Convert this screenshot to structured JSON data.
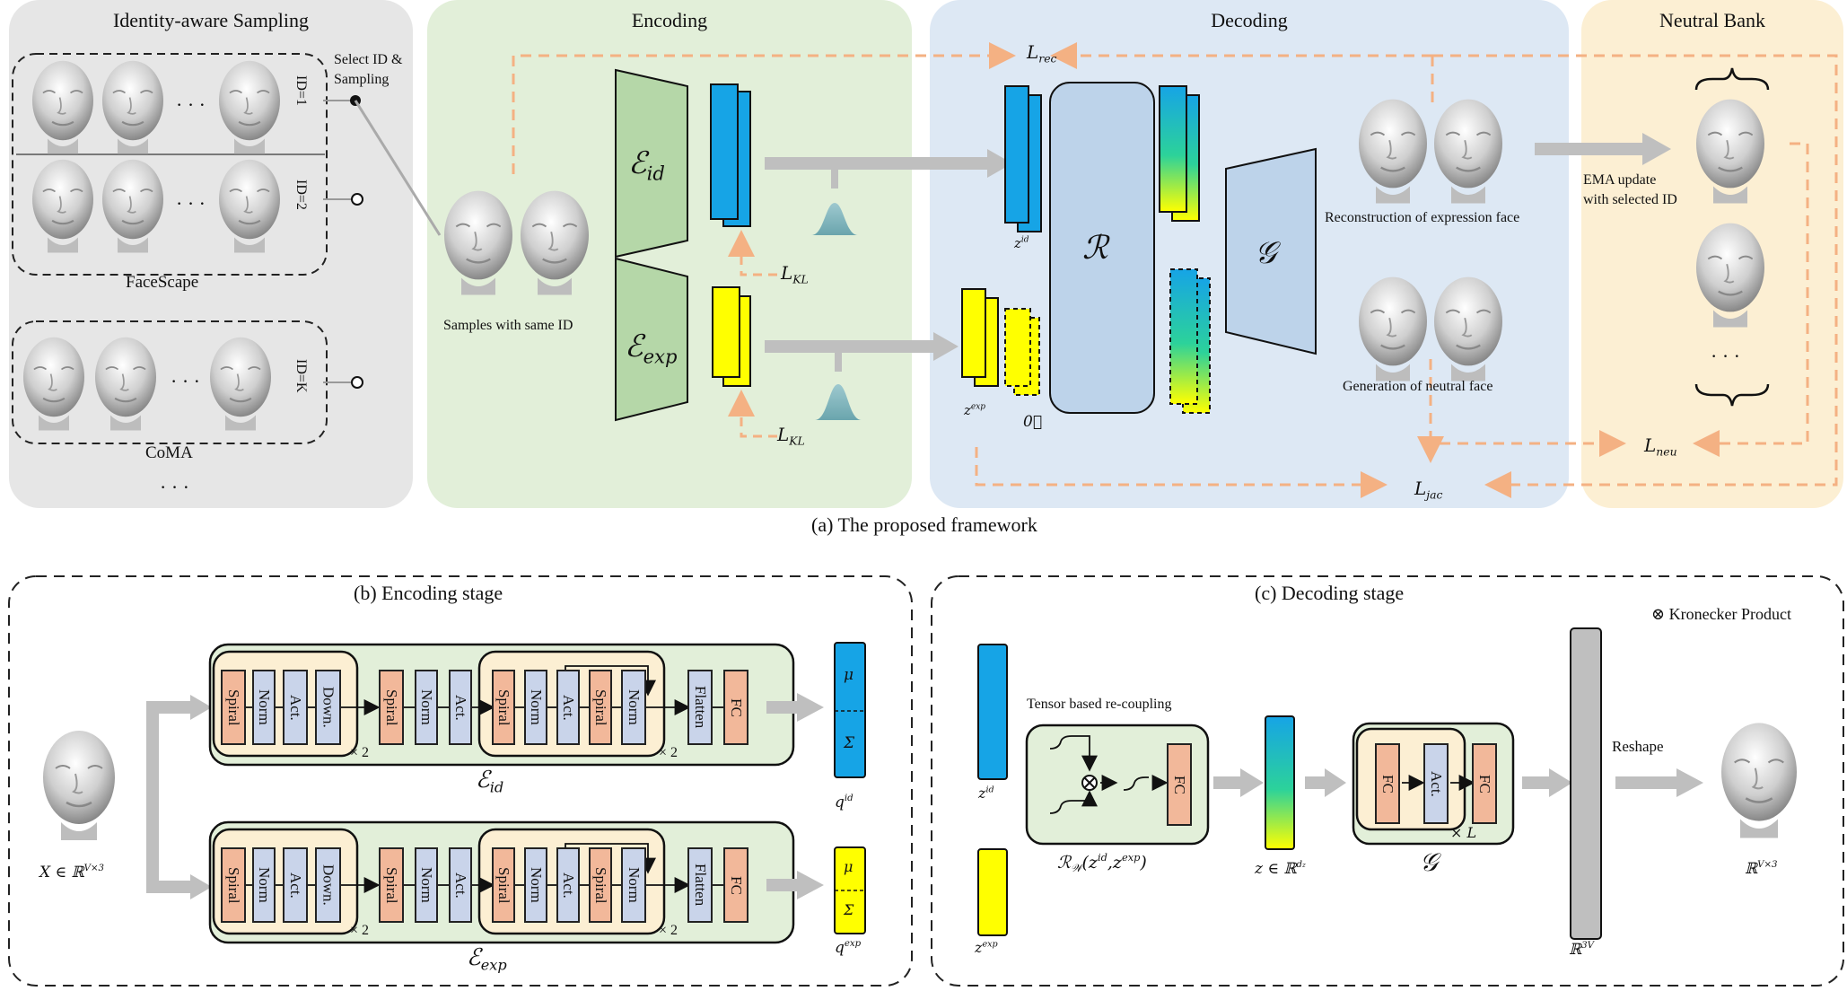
{
  "panels": {
    "sampling": "Identity-aware Sampling",
    "encoding": "Encoding",
    "decoding": "Decoding",
    "neutral_bank": "Neutral Bank"
  },
  "sampling": {
    "select_id": "Select ID &",
    "sampling": "Sampling",
    "id1": "ID=1",
    "id2": "ID=2",
    "idk": "ID=K",
    "dots": "· · ·",
    "facescape": "FaceScape",
    "coma": "CoMA",
    "more": "· · ·"
  },
  "encoding": {
    "samples_label": "Samples with same ID",
    "enc_id": "ℰ",
    "enc_id_sub": "id",
    "enc_exp": "ℰ",
    "enc_exp_sub": "exp",
    "lkl": "L",
    "lkl_sub": "KL"
  },
  "decoding": {
    "lrec": "L",
    "lrec_sub": "rec",
    "zid": "z",
    "zid_sup": "id",
    "zexp": "z",
    "zexp_sup": "exp",
    "zero": "0⃗",
    "R": "ℛ",
    "G": "𝒢",
    "recon_label": "Reconstruction of expression face",
    "gen_label": "Generation of neutral face",
    "ljac": "L",
    "ljac_sub": "jac"
  },
  "neutral": {
    "ema1": "EMA update",
    "ema2": "with selected ID",
    "dots": "· · ·",
    "lneu": "L",
    "lneu_sub": "neu"
  },
  "caption_a": "(a) The proposed framework",
  "encoding_stage": {
    "title": "(b) Encoding stage",
    "x_label": "X ∈ ℝ",
    "x_sup": "V×3",
    "blocks": [
      "Spiral",
      "Norm",
      "Act.",
      "Down.",
      "Spiral",
      "Norm",
      "Act.",
      "Spiral",
      "Norm",
      "Act.",
      "Spiral",
      "Norm",
      "Flatten",
      "FC"
    ],
    "times2": "× 2",
    "eid": "ℰ",
    "eid_sub": "id",
    "eexp": "ℰ",
    "eexp_sub": "exp",
    "mu": "μ",
    "sigma": "Σ",
    "qid": "q",
    "qid_sup": "id",
    "qexp": "q",
    "qexp_sup": "exp"
  },
  "decoding_stage": {
    "title": "(c) Decoding stage",
    "kron": "⊗  Kronecker Product",
    "tensor": "Tensor based re-coupling",
    "fc": "FC",
    "act": "Act.",
    "zid": "z",
    "zid_sup": "id",
    "zexp": "z",
    "zexp_sup": "exp",
    "rw": "ℛ",
    "rw_sub": "𝒲",
    "rw_args": "(z",
    "rw_args2": "id",
    "rw_args3": ",z",
    "rw_args4": "exp",
    "rw_args5": ")",
    "z_label": "z ∈ ℝ",
    "z_sup": "d",
    "z_subsub": "z",
    "g": "𝒢",
    "timesL": "× L",
    "r3v": "ℝ",
    "r3v_sup": "3V",
    "reshape": "Reshape",
    "rvx3": "ℝ",
    "rvx3_sup": "V×3"
  },
  "colors": {
    "gray_panel": "#e6e6e6",
    "green_panel": "#e2efd9",
    "blue_panel": "#dde8f4",
    "yellow_panel": "#fcefd3",
    "orange_dash": "#f4b183",
    "blue": "#16a4e6",
    "yellow": "#ffff00",
    "spiral": "#f2b89a",
    "norm": "#c9d4ea",
    "encoder_green": "#b5d7a8",
    "r_block": "#bdd3ea"
  }
}
